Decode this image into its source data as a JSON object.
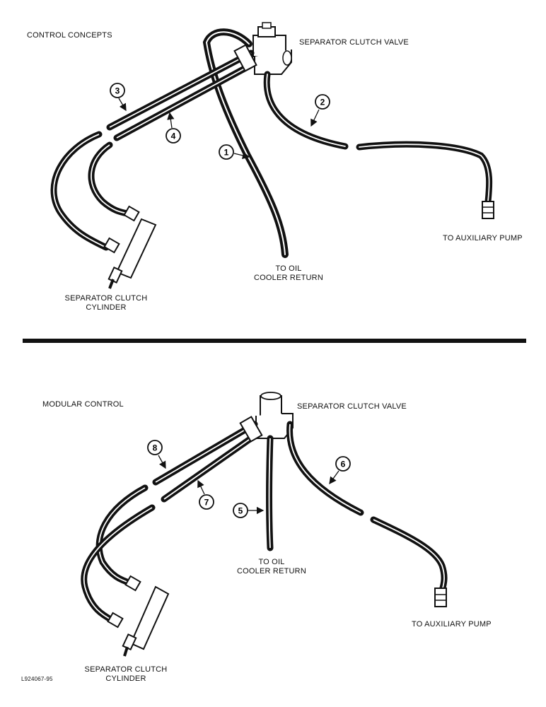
{
  "top": {
    "title": "CONTROL CONCEPTS",
    "valve_label": "SEPARATOR CLUTCH VALVE",
    "pump_label": "TO AUXILIARY PUMP",
    "oil_line1": "TO OIL",
    "oil_line2": "COOLER RETURN",
    "cyl_line1": "SEPARATOR CLUTCH",
    "cyl_line2": "CYLINDER",
    "callouts": [
      "1",
      "2",
      "3",
      "4"
    ]
  },
  "bottom": {
    "title": "MODULAR CONTROL",
    "valve_label": "SEPARATOR CLUTCH VALVE",
    "pump_label": "TO AUXILIARY PUMP",
    "oil_line1": "TO OIL",
    "oil_line2": "COOLER RETURN",
    "cyl_line1": "SEPARATOR CLUTCH",
    "cyl_line2": "CYLINDER",
    "callouts": [
      "5",
      "6",
      "7",
      "8"
    ]
  },
  "figure_id": "L924067-95"
}
